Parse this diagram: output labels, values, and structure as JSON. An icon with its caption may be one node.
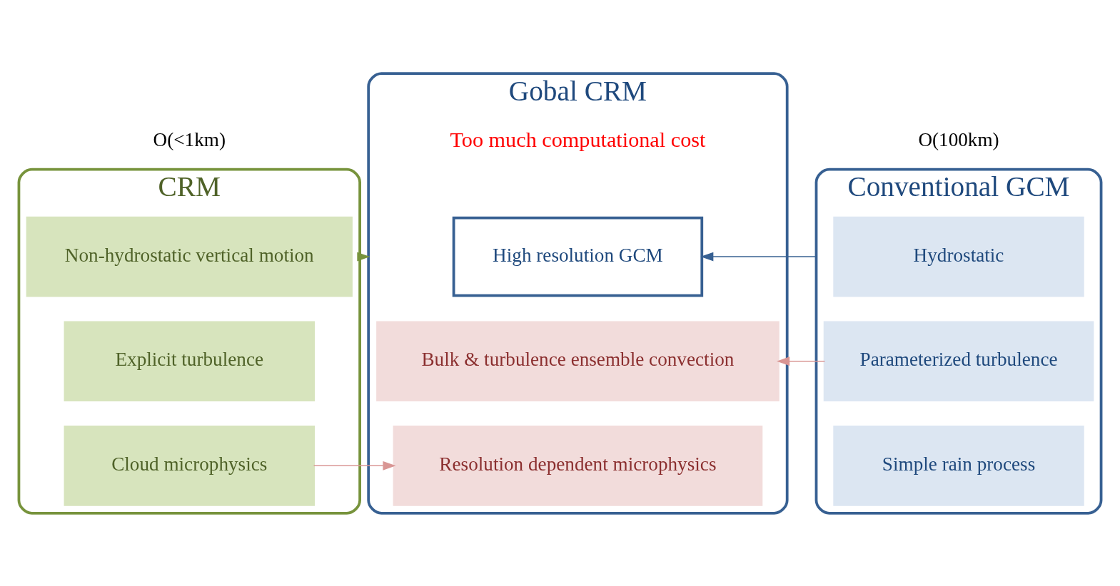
{
  "diagram": {
    "nodes": [
      {
        "text": [
          "CRM"
        ]
      },
      {
        "text": [
          "Non-hydrostatic vertical motion"
        ],
        "in": 0
      },
      {
        "text": [
          "Explicit turbulence"
        ],
        "in": 0
      },
      {
        "text": [
          "Cloud microphysics"
        ],
        "in": 0
      },
      {
        "text": [
          "Gobal CRM"
        ]
      },
      {
        "text": [
          "High resolution GCM"
        ],
        "in": 4
      },
      {
        "text": [
          "Bulk & turbulence ensemble convection"
        ],
        "in": 4
      },
      {
        "text": [
          "Resolution dependent microphysics"
        ],
        "in": 4
      },
      {
        "text": [
          "Conventional GCM"
        ]
      },
      {
        "text": [
          "Hydrostatic"
        ],
        "in": 8
      },
      {
        "text": [
          "Parameterized turbulence"
        ],
        "in": 8
      },
      {
        "text": [
          "Simple rain process"
        ],
        "in": 8
      }
    ],
    "edges": [
      {
        "from": 0,
        "to": 4,
        "arrow": "to",
        "color": "#77933c"
      },
      {
        "from": 8,
        "to": 5,
        "arrow": "to",
        "color": "#376092"
      },
      {
        "from": 10,
        "to": 6,
        "arrow": "to"
      },
      {
        "from": 3,
        "to": 7,
        "arrow": "to"
      }
    ],
    "labels": [
      "O(<1km)",
      "O(100km)",
      "Too much computational cost"
    ]
  }
}
